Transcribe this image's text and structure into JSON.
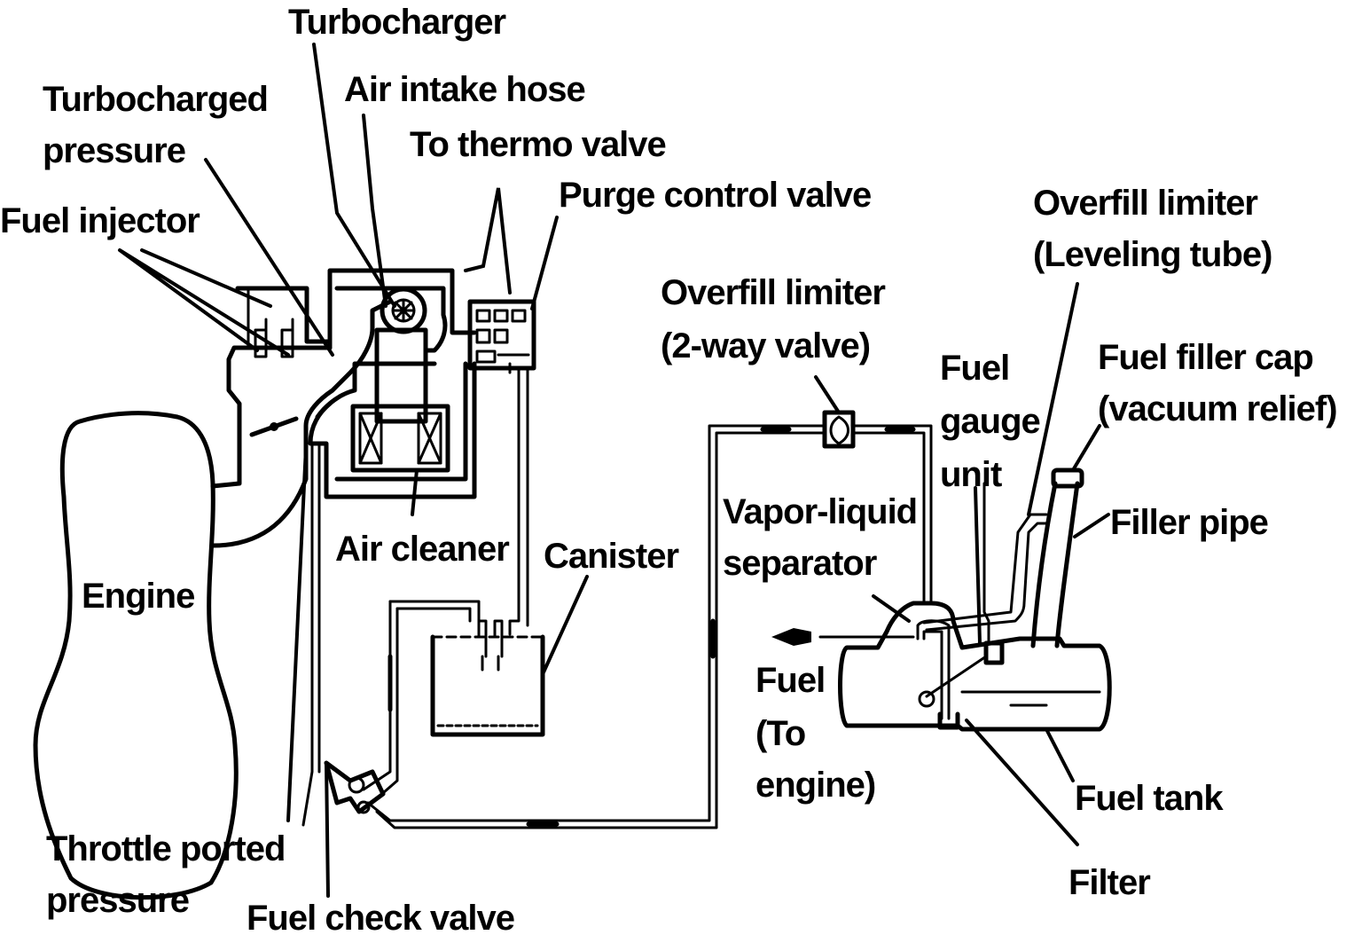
{
  "diagram": {
    "labels": {
      "turbocharger": "Turbocharger",
      "air_intake_hose": "Air intake hose",
      "turbocharged_pressure_1": "Turbocharged",
      "turbocharged_pressure_2": "pressure",
      "to_thermo_valve": "To thermo valve",
      "purge_control_valve": "Purge control valve",
      "fuel_injector": "Fuel injector",
      "overfill_limiter_leveling_1": "Overfill limiter",
      "overfill_limiter_leveling_2": "(Leveling tube)",
      "overfill_limiter_2way_1": "Overfill limiter",
      "overfill_limiter_2way_2": "(2-way valve)",
      "fuel_gauge_unit_1": "Fuel",
      "fuel_gauge_unit_2": "gauge",
      "fuel_gauge_unit_3": "unit",
      "fuel_filler_cap_1": "Fuel filler cap",
      "fuel_filler_cap_2": "(vacuum relief)",
      "vapor_liquid_separator_1": "Vapor-liquid",
      "vapor_liquid_separator_2": "separator",
      "filler_pipe": "Filler pipe",
      "air_cleaner": "Air cleaner",
      "canister": "Canister",
      "engine": "Engine",
      "fuel_to_engine_1": "Fuel",
      "fuel_to_engine_2": "(To",
      "fuel_to_engine_3": "engine)",
      "fuel_tank": "Fuel tank",
      "filter": "Filter",
      "throttle_ported_pressure_1": "Throttle ported",
      "throttle_ported_pressure_2": "pressure",
      "fuel_check_valve": "Fuel check valve"
    }
  }
}
